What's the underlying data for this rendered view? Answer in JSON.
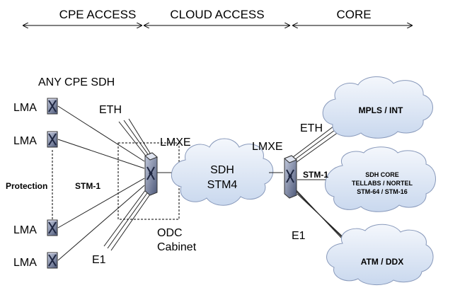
{
  "sections": {
    "cpe_access": "CPE ACCESS",
    "cloud_access": "CLOUD ACCESS",
    "core": "CORE"
  },
  "labels": {
    "any_cpe_sdh": "ANY CPE SDH",
    "lma": "LMA",
    "protection": "Protection",
    "stm1_left": "STM-1",
    "eth_left": "ETH",
    "e1_left": "E1",
    "lmxe_left": "LMXE",
    "odc": "ODC",
    "cabinet": "Cabinet",
    "lmxe_right": "LMXE",
    "eth_right": "ETH",
    "stm1_right": "STM-1",
    "e1_right": "E1"
  },
  "clouds": {
    "sdh": {
      "line1": "SDH",
      "line2": "STM4"
    },
    "mpls": {
      "label": "MPLS / INT"
    },
    "sdh_core": {
      "line1": "SDH CORE",
      "line2": "TELLABS / NORTEL",
      "line3": "STM-64 / STM-16"
    },
    "atm": {
      "label": "ATM / DDX"
    }
  },
  "colors": {
    "cloud_fill": "#dde7f4",
    "device_fill": "#7b86a8"
  }
}
